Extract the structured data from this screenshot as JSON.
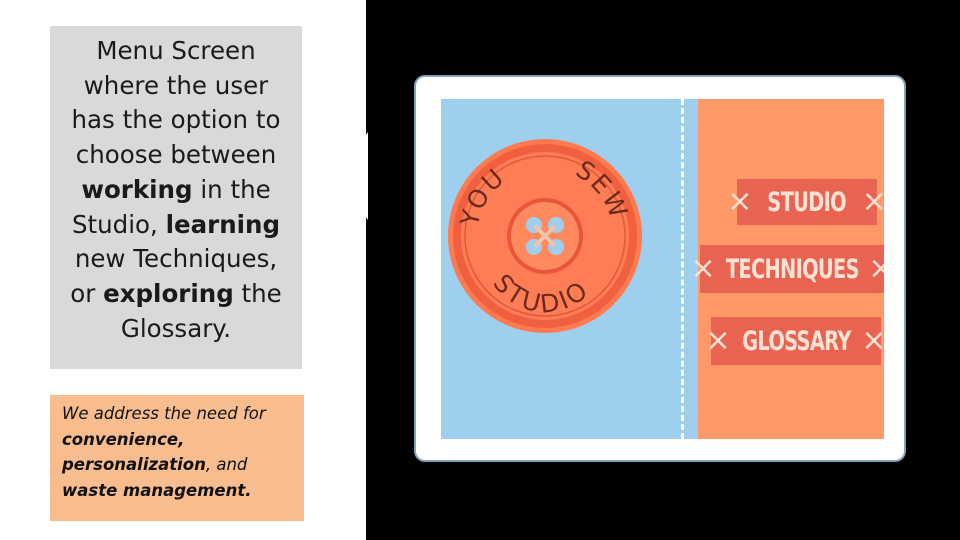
{
  "callout": {
    "line1": "Menu Screen",
    "line2": "where the user",
    "line3": "has the option to",
    "line4": "choose between",
    "bold1": "working",
    "after_bold1": " in the",
    "line6_start": "Studio, ",
    "bold2": "learning",
    "line7": "new Techniques,",
    "line8_start": "or ",
    "bold3": "exploring",
    "after_bold3": " the",
    "line9": "Glossary."
  },
  "note": {
    "part1": "We address the need for ",
    "bold1": "convenience,",
    "bold2": "personalization",
    "part2": ", and ",
    "bold3": "waste management."
  },
  "logo": {
    "top_left": "YOU",
    "top_right": "SEW",
    "bottom": "STUDIO"
  },
  "menu": {
    "items": [
      {
        "label": "STUDIO"
      },
      {
        "label": "TECHNIQUES"
      },
      {
        "label": "GLOSSARY"
      }
    ],
    "marker": "×"
  },
  "colors": {
    "screen_left": "#9fcfee",
    "screen_right": "#ff9a68",
    "menu_button": "#e96352",
    "note_bg": "#f7bd8f",
    "callout_bg": "#d9d9d9"
  }
}
